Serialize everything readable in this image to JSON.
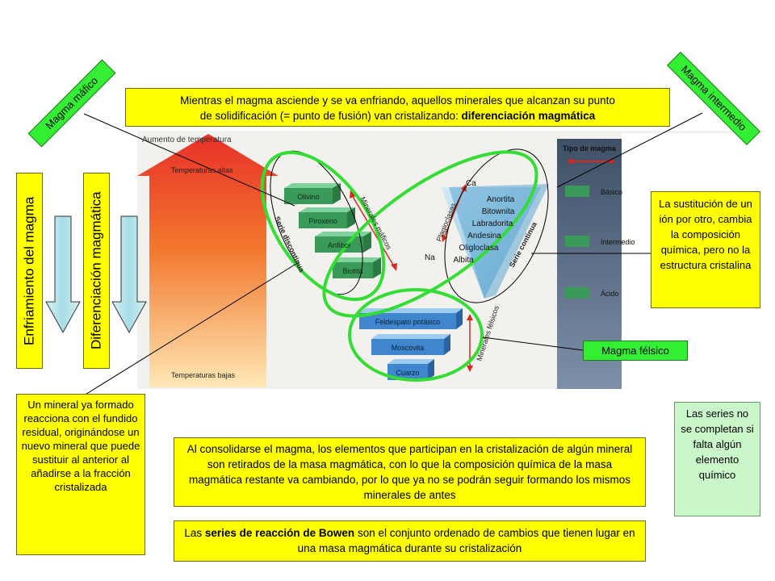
{
  "top_box": {
    "line1": "Mientras el magma asciende y se va enfriando, aquellos minerales que alcanzan su punto",
    "line2_plain": "de solidificación (= punto de fusión) van cristalizando: ",
    "line2_bold": "diferenciación magmática"
  },
  "tag_mafic": "Magma máfico",
  "tag_intermediate": "Magma intermedio",
  "tag_felsic": "Magma félsico",
  "side_labels": {
    "cooling": "Enfriamiento del magma",
    "differentiation": "Diferenciación magmática"
  },
  "substitution_box": "La sustitución de un ión por otro, cambia la composición química, pero no la estructura cristalina",
  "reaction_box": "Un mineral ya formado reacciona con el fundido residual, originándose un nuevo mineral que puede sustituir al anterior al añadirse a la fracción cristalizada",
  "consolidation_box": "Al consolidarse el magma, los elementos que participan en la cristalización de algún mineral son retirados de la masa magmática, con lo que la composición química de la masa magmática restante va cambiando, por lo que ya no se podrán seguir formando los mismos minerales de antes",
  "incomplete_box": "Las series no se completan si falta algún elemento químico",
  "bowen_box": {
    "prefix": "Las ",
    "bold": "series de reacción de Bowen",
    "suffix": " son el conjunto ordenado de cambios que tienen lugar en una masa magmática durante su cristalización"
  },
  "figure": {
    "temp_header": "Aumento de temperatura",
    "temp_high": "Temperaturas altas",
    "temp_low": "Temperaturas bajas",
    "discontinuous_minerals": [
      "Olivino",
      "Piroxeno",
      "Anfíbol",
      "Biotita"
    ],
    "discontinuous_label": "Serie discontinua",
    "mafic_minerals_label": "Minerales máficos",
    "continuous_minerals": [
      "Anortita",
      "Bitownita",
      "Labradorita",
      "Andesina",
      "Oligloclasa",
      "Albita"
    ],
    "plagioclase_label": "Plagioclasas",
    "ca_label": "Ca",
    "na_label": "Na",
    "continuous_label": "Serie continua",
    "felsic_minerals": [
      "Feldespato potásico",
      "Moscovita",
      "Cuarzo"
    ],
    "felsic_minerals_label": "Minerales félsicos",
    "magma_type_header": "Tipo de magma",
    "magma_types": [
      "Básico",
      "Intermedio",
      "Ácido"
    ]
  },
  "colors": {
    "yellow_box": "#ffff00",
    "green_tag": "#33ee33",
    "light_green_box": "#c9f7c9",
    "green_ring": "#33dd33",
    "mineral_green": "#3a9a5a",
    "mineral_blue": "#3f86cf",
    "magma_column": "#4a5f78"
  }
}
